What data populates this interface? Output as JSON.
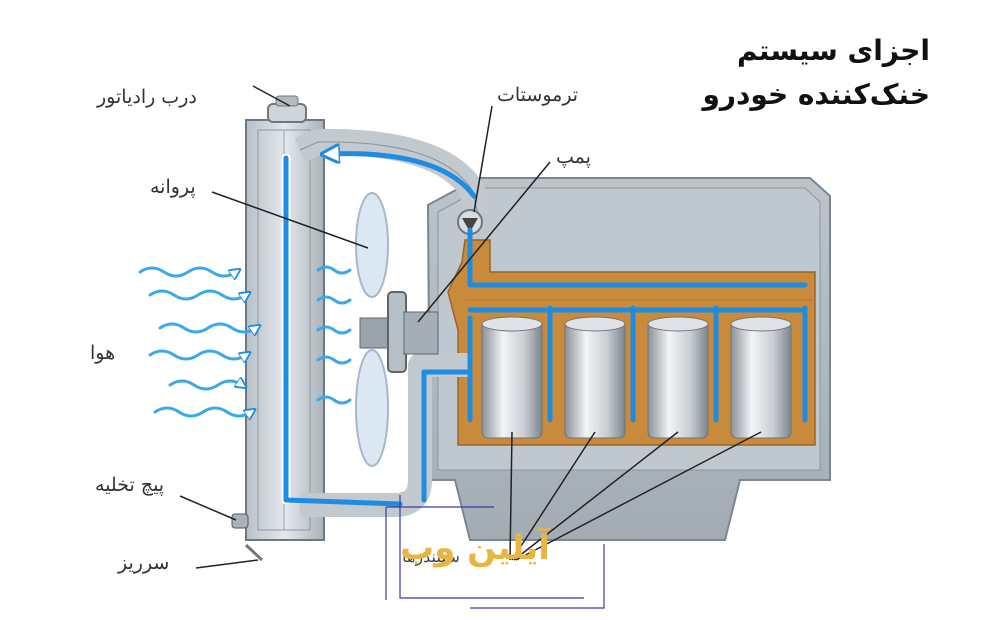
{
  "title": {
    "line1": "اجزای سیستم",
    "line2": "خنک‌کننده  خودرو"
  },
  "labels": {
    "radiator_cap": "درب رادیاتور",
    "thermostat": "ترموستات",
    "pump": "پمپ",
    "fan": "پروانه",
    "air": "هوا",
    "drain_plug": "پیچ تخلیه",
    "overflow": "سرریز",
    "cylinders": "سیلندرها"
  },
  "watermark": {
    "text": "آیلین وب",
    "color": "#e8b542",
    "frame_color": "#3a3aa8"
  },
  "colors": {
    "coolant_flow": "#1e8ce0",
    "air_flow": "#3aa8ea",
    "engine_jacket": "#c98a3c",
    "engine_block": "#aeb7bf",
    "radiator": "#c4ccd3"
  }
}
